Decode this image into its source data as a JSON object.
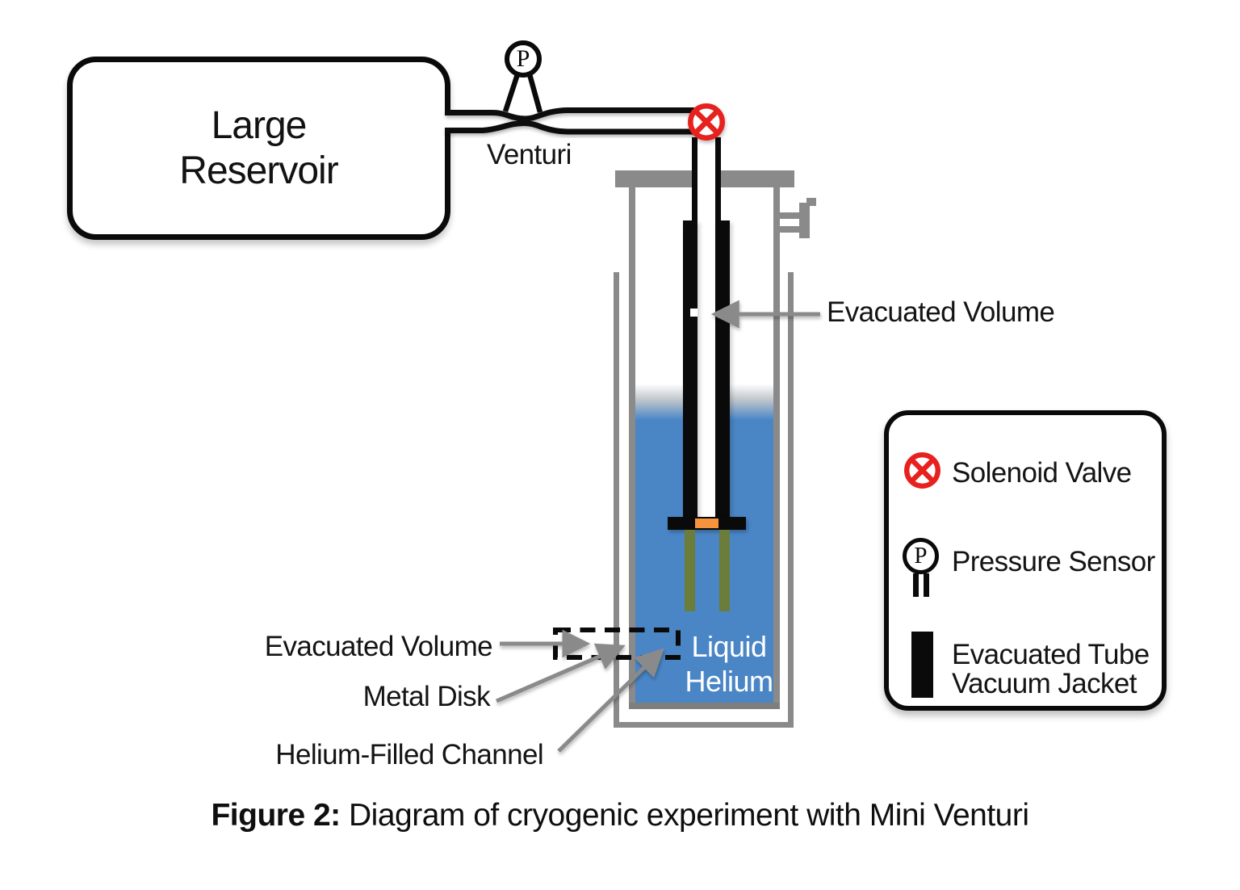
{
  "reservoir": {
    "line1": "Large",
    "line2": "Reservoir"
  },
  "venturi": {
    "label": "Venturi"
  },
  "pressure_sensor": {
    "symbol": "P"
  },
  "valve": {
    "type": "solenoid"
  },
  "annotations": {
    "evacuated_volume_top": "Evacuated Volume",
    "evacuated_volume_bottom": "Evacuated Volume",
    "metal_disk": "Metal Disk",
    "helium_filled_channel": "Helium-Filled Channel"
  },
  "liquid": {
    "line1": "Liquid",
    "line2": "Helium"
  },
  "legend": {
    "items": [
      {
        "icon": "solenoid-valve-icon",
        "label": "Solenoid Valve"
      },
      {
        "icon": "pressure-sensor-icon",
        "symbol": "P",
        "label": "Pressure Sensor"
      },
      {
        "icon": "vacuum-jacket-icon",
        "label_line1": "Evacuated Tube",
        "label_line2": "Vacuum Jacket"
      }
    ]
  },
  "caption": {
    "prefix": "Figure 2:",
    "text": " Diagram of cryogenic experiment with Mini Venturi"
  },
  "colors": {
    "liquid_helium_blue": "#4a86c6",
    "valve_red": "#e7211d",
    "wall_gray": "#8a8a8a",
    "disk_orange": "#f6943d",
    "channel_green": "#6b7c3b",
    "jacket_black": "#0a0a0a"
  }
}
